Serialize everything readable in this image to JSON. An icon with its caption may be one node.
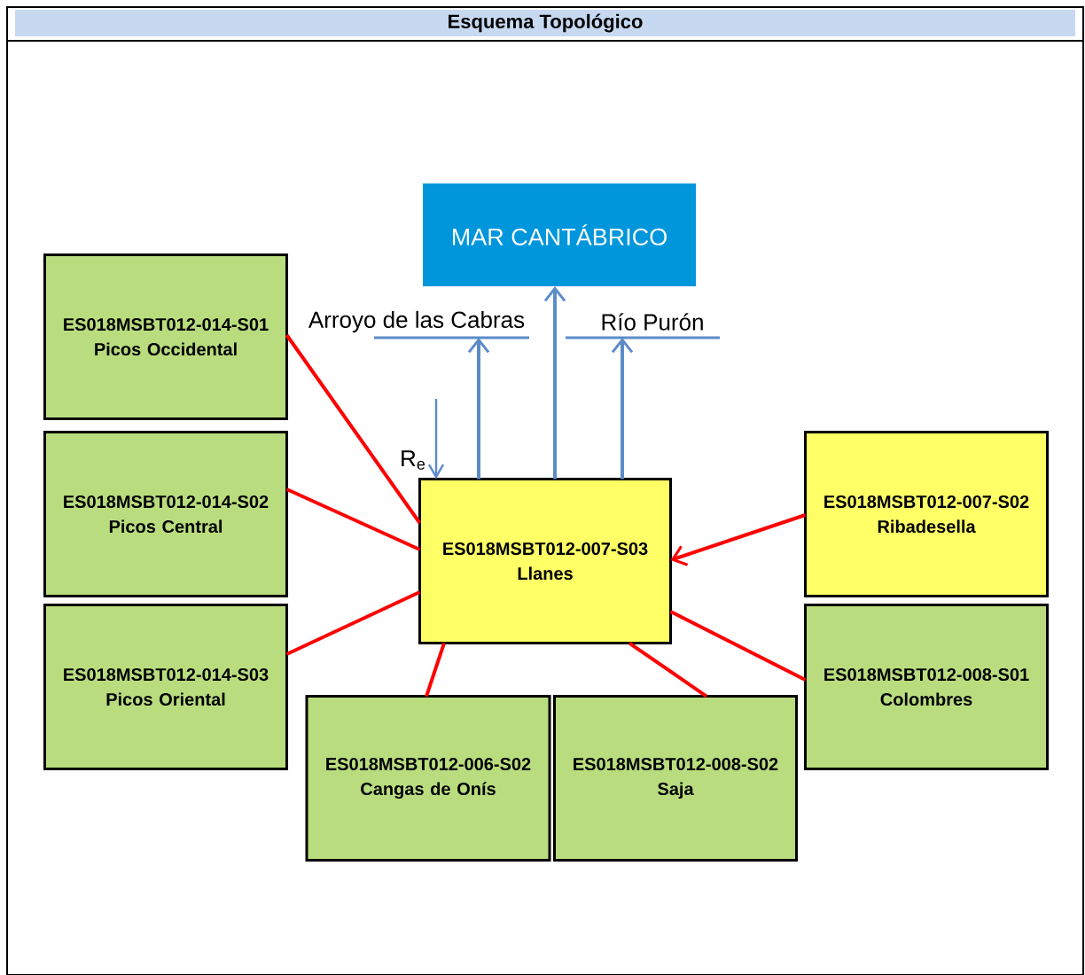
{
  "diagram": {
    "title": "Esquema Topológico",
    "nodes": [
      {
        "text": [
          "MAR CANTÁBRICO"
        ]
      },
      {
        "text": [
          "Arroyo de las Cabras"
        ]
      },
      {
        "text": [
          "Río Purón"
        ]
      },
      {
        "text": [
          "ES018MSBT012-014-S01",
          "Picos Occidental"
        ]
      },
      {
        "text": [
          "ES018MSBT012-014-S02",
          "Picos Central"
        ]
      },
      {
        "text": [
          "ES018MSBT012-007-S02",
          "Ribadesella"
        ]
      },
      {
        "text": [
          "ES018MSBT012-007-S03",
          "Llanes"
        ]
      },
      {
        "text": [
          "ES018MSBT012-014-S03",
          "Picos Oriental"
        ]
      },
      {
        "text": [
          "ES018MSBT012-008-S01",
          "Colombres"
        ]
      },
      {
        "text": [
          "ES018MSBT012-006-S02",
          "Cangas de Onís"
        ]
      },
      {
        "text": [
          "ES018MSBT012-008-S02",
          "Saja"
        ]
      }
    ],
    "edges": [
      {
        "from": 6,
        "to": 0,
        "arrow": "to",
        "color": "#5b8bc9"
      },
      {
        "from": 6,
        "to": 1,
        "arrow": "to",
        "color": "#5b8bc9"
      },
      {
        "from": 6,
        "to": 2,
        "arrow": "to",
        "color": "#5b8bc9"
      },
      {
        "from": null,
        "to": 6,
        "arrow": "to",
        "label": "R$_{e}$",
        "color": "#5b8bc9"
      },
      {
        "from": 3,
        "to": 6,
        "arrow": "none"
      },
      {
        "from": 4,
        "to": 6,
        "arrow": "none"
      },
      {
        "from": 7,
        "to": 6,
        "arrow": "none"
      },
      {
        "from": 9,
        "to": 6,
        "arrow": "none"
      },
      {
        "from": 10,
        "to": 6,
        "arrow": "none"
      },
      {
        "from": 8,
        "to": 6,
        "arrow": "none"
      },
      {
        "from": 5,
        "to": 6,
        "arrow": "to"
      }
    ]
  }
}
